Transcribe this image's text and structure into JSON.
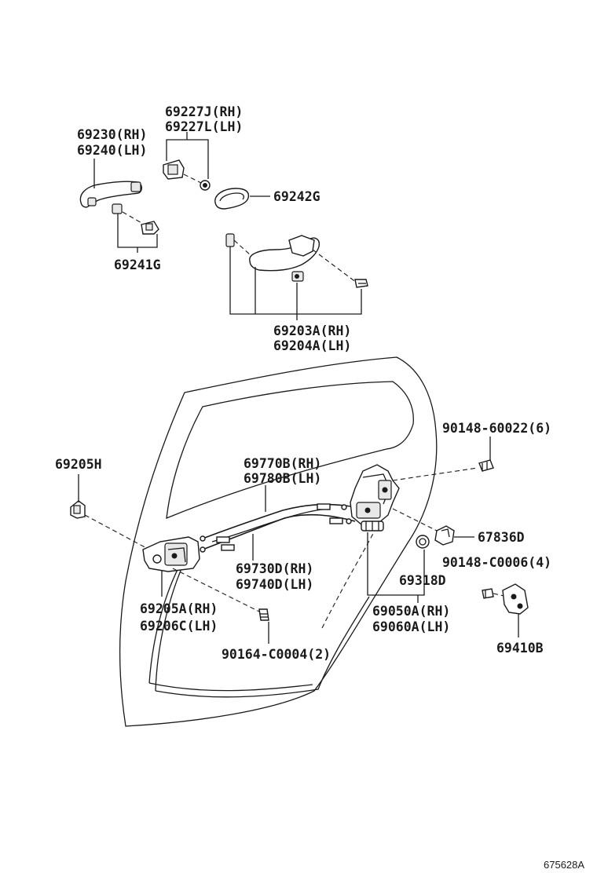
{
  "labels": {
    "p69227j": "69227J(RH)",
    "p69227l": "69227L(LH)",
    "p69230": "69230(RH)",
    "p69240": "69240(LH)",
    "p69242g": "69242G",
    "p69241g": "69241G",
    "p69203a": "69203A(RH)",
    "p69204a": "69204A(LH)",
    "p90148_60022": "90148-60022(6)",
    "p69205h": "69205H",
    "p69770b": "69770B(RH)",
    "p69780b": "69780B(LH)",
    "p67836d": "67836D",
    "p90148_c0006": "90148-C0006(4)",
    "p69730d": "69730D(RH)",
    "p69740d": "69740D(LH)",
    "p69318d": "69318D",
    "p69205a": "69205A(RH)",
    "p69206c": "69206C(LH)",
    "p69050a": "69050A(RH)",
    "p69060a": "69060A(LH)",
    "p69410b": "69410B",
    "p90164_c0004": "90164-C0004(2)"
  },
  "figure_ref": "675628A"
}
